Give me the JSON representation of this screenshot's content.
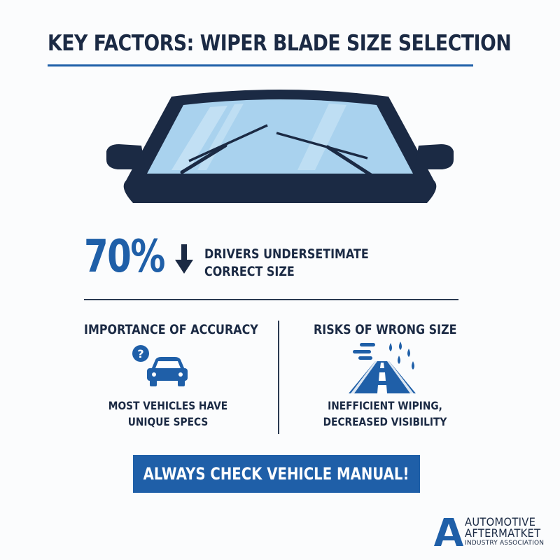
{
  "header": {
    "title": "KEY FACTORS: WIPER BLADE SIZE SELECTION"
  },
  "stat": {
    "value": "70%",
    "line1": "DRIVERS UNDERSETIMATE",
    "line2": "CORRECT SIZE",
    "arrow_icon": "arrow-down-icon"
  },
  "left_column": {
    "heading": "IMPORTANCE OF ACCURACY",
    "icon": "car-question-icon",
    "line1": "MOST VEHICLES HAVE",
    "line2": "UNIQUE SPECS"
  },
  "right_column": {
    "heading": "RISKS OF WRONG SIZE",
    "icon": "rainy-road-icon",
    "line1": "INEFFICIENT WIPING,",
    "line2": "DECREASED VISIBILITY"
  },
  "cta": {
    "label": "ALWAYS CHECK VEHICLE MANUAL!"
  },
  "logo": {
    "line1": "AUTOMOTIVE",
    "line2": "AFTERMATKET",
    "line3": "INDUSTRY ASSOCIATION"
  },
  "colors": {
    "accent": "#1f5fa8",
    "dark": "#1b2a44",
    "glass": "#a9d2ee",
    "background": "#fbfcfd"
  }
}
